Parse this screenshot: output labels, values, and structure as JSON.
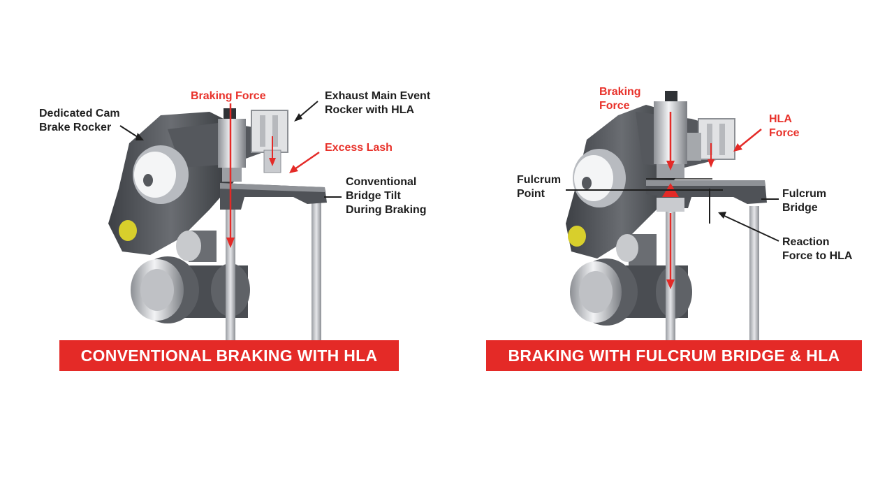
{
  "colors": {
    "accent_red": "#e42a27",
    "label_dark": "#1e1e1e",
    "metal_dark": "#4a4d52",
    "metal_light": "#d6d8db",
    "roller_yellow": "#d8cf2c"
  },
  "left_panel": {
    "banner": "CONVENTIONAL BRAKING WITH HLA",
    "labels": {
      "cam_brake_rocker": "Dedicated Cam\nBrake Rocker",
      "braking_force": "Braking Force",
      "exhaust_rocker": "Exhaust Main Event\nRocker with HLA",
      "excess_lash": "Excess Lash",
      "bridge_tilt": "Conventional\nBridge Tilt\nDuring Braking"
    }
  },
  "right_panel": {
    "banner": "BRAKING WITH FULCRUM BRIDGE & HLA",
    "labels": {
      "braking_force": "Braking\nForce",
      "hla_force": "HLA\nForce",
      "fulcrum_point": "Fulcrum\nPoint",
      "fulcrum_bridge": "Fulcrum\nBridge",
      "reaction_force": "Reaction\nForce to HLA"
    }
  }
}
